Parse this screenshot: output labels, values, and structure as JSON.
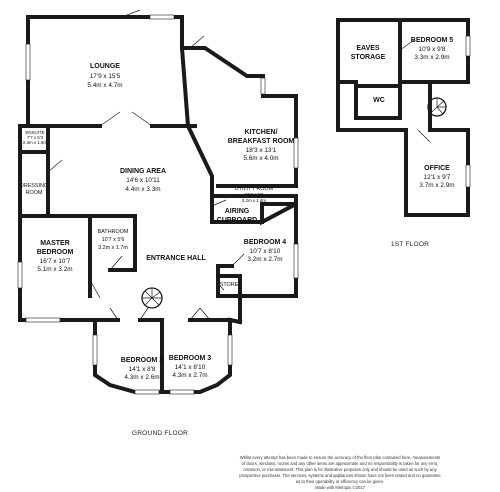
{
  "floors": {
    "ground_label": "GROUND FLOOR",
    "first_label": "1ST FLOOR"
  },
  "rooms": {
    "lounge": {
      "name": "LOUNGE",
      "dims": "17'9 x 15'5",
      "metric": "5.4m x 4.7m"
    },
    "kitchen": {
      "name_1": "KITCHEN/",
      "name_2": "BREAKFAST ROOM",
      "dims": "18'3 x 13'1",
      "metric": "5.6m x 4.0m"
    },
    "dining": {
      "name": "DINING AREA",
      "dims": "14'6 x 10'11",
      "metric": "4.4m x 3.3m"
    },
    "ensuite": {
      "name": "ENSUITE",
      "dims": "7'7 x 5'3",
      "metric": "2.3m x 1.6m"
    },
    "dressing": {
      "name_1": "DRESSING",
      "name_2": "ROOM"
    },
    "master": {
      "name_1": "MASTER",
      "name_2": "BEDROOM",
      "dims": "16'7 x 10'7",
      "metric": "5.1m x 3.2m"
    },
    "bathroom": {
      "name": "BATHROOM",
      "dims": "10'7 x 5'6",
      "metric": "3.2m x 1.7m"
    },
    "entrance": {
      "name": "ENTRANCE HALL"
    },
    "utility": {
      "name": "UTILITY ROOM",
      "dims": "10'4 x 5'2",
      "metric": "3.2m x 1.6m"
    },
    "airing": {
      "name_1": "AIRING",
      "name_2": "CUPBOARD"
    },
    "bedroom4": {
      "name": "BEDROOM 4",
      "dims": "10'7 x 8'10",
      "metric": "3.2m x 2.7m"
    },
    "store": {
      "name": "STORE"
    },
    "bedroom2": {
      "name": "BEDROOM 2",
      "dims": "14'1 x 8'8",
      "metric": "4.3m x 2.6m"
    },
    "bedroom3": {
      "name": "BEDROOM 3",
      "dims": "14'1 x 8'10",
      "metric": "4.3m x 2.7m"
    },
    "eaves": {
      "name_1": "EAVES",
      "name_2": "STORAGE"
    },
    "bedroom5": {
      "name": "BEDROOM 5",
      "dims": "10'9 x 9'8",
      "metric": "3.3m x 2.9m"
    },
    "wc": {
      "name": "WC"
    },
    "office": {
      "name": "OFFICE",
      "dims": "12'1 x 9'7",
      "metric": "3.7m x 2.9m"
    }
  },
  "disclaimer": [
    "Whilst every attempt has been made to ensure the accuracy of the floor plan contained here, measurements",
    "of doors, windows, rooms and any other items are approximate and no responsibility is taken for any error,",
    "omission, or mis-statement. This plan is for illustrative purposes only and should be used as such by any",
    "prospective purchaser. The services, systems and appliances shown have not been tested and no guarantee",
    "as to their operability or efficiency can be given.",
    "Made with Metropix ©2017"
  ]
}
